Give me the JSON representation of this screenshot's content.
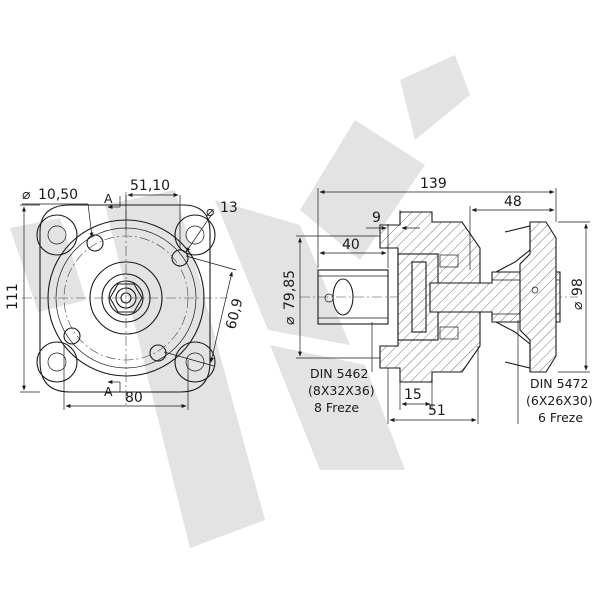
{
  "front_view": {
    "section_marker_top": "A",
    "section_marker_bottom": "A",
    "dims": {
      "hole_diameter": "10,50",
      "horizontal_offset": "51,10",
      "corner_hole": "13",
      "height_total": "111",
      "bolt_spacing": "80",
      "diagonal": "60,9"
    }
  },
  "side_view": {
    "dims": {
      "overall_length": "139",
      "flange_thickness": "9",
      "shaft_extension": "40",
      "rear_shaft": "48",
      "shaft_diameter": "79,85",
      "flange_diameter": "98",
      "pilot_length": "15",
      "body_length": "51"
    },
    "spline_front": {
      "standard": "DIN 5462",
      "size": "(8X32X36)",
      "teeth": "8 Freze"
    },
    "spline_rear": {
      "standard": "DIN 5472",
      "size": "(6X26X30)",
      "teeth": "6 Freze"
    }
  },
  "colors": {
    "line": "#1a1a1a",
    "watermark": "#d9d9d9"
  }
}
